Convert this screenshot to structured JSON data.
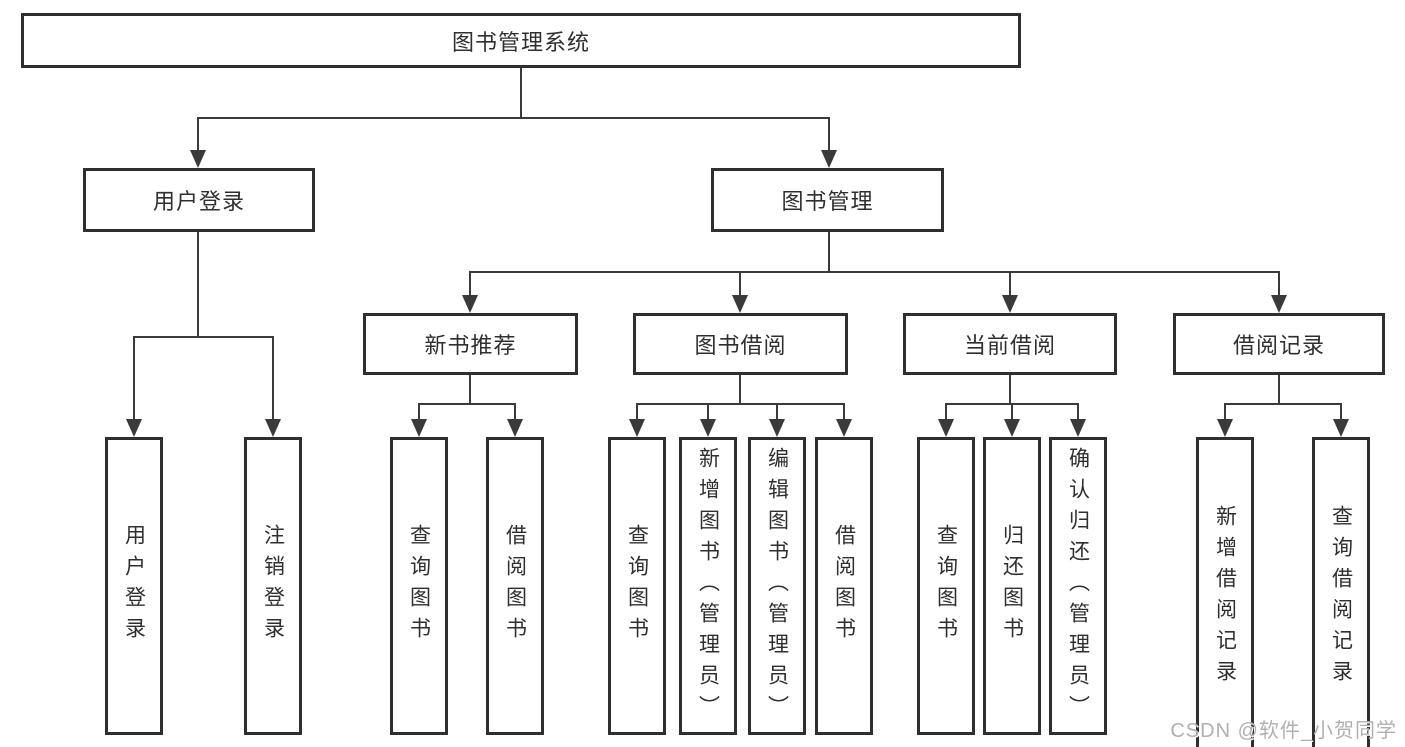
{
  "diagram": {
    "root": "图书管理系统",
    "level2": {
      "user_login": "用户登录",
      "book_management": "图书管理"
    },
    "level3": {
      "new_book_recommend": "新书推荐",
      "book_borrowing": "图书借阅",
      "current_borrowing": "当前借阅",
      "borrowing_records": "借阅记录"
    },
    "leaves": {
      "user_login": [
        "用户登录",
        "注销登录"
      ],
      "new_book_recommend": [
        "查询图书",
        "借阅图书"
      ],
      "book_borrowing": [
        "查询图书",
        "新增图书（管理员）",
        "编辑图书（管理员）",
        "借阅图书"
      ],
      "current_borrowing": [
        "查询图书",
        "归还图书",
        "确认归还（管理员）"
      ],
      "borrowing_records": [
        "新增借阅记录",
        "查询借阅记录"
      ]
    }
  },
  "watermark": "CSDN @软件_小贺同学",
  "colors": {
    "line": "#3a3a3a",
    "box_border": "#2f2f2f",
    "box_fill": "#ffffff",
    "text": "#2f2f2f",
    "watermark": "#b0b0b0",
    "background": "#ffffff"
  }
}
